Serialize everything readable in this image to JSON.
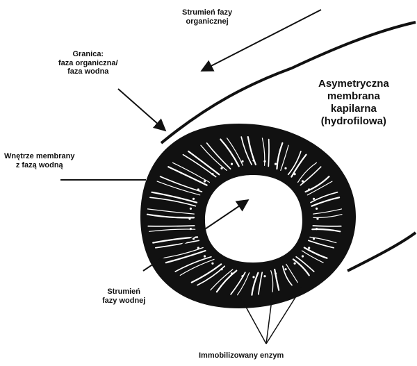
{
  "labels": {
    "organic_stream": {
      "lines": [
        "Strumień fazy",
        "organicznej"
      ]
    },
    "boundary": {
      "lines": [
        "Granica:",
        "faza organiczna/",
        "faza wodna"
      ]
    },
    "membrane_interior": {
      "lines": [
        "Wnętrze membrany",
        "z fazą wodną"
      ]
    },
    "asymmetric_membrane": {
      "lines": [
        "Asymetryczna",
        "membrana",
        "kapilarna",
        "(hydrofilowa)"
      ]
    },
    "aqueous_stream": {
      "lines": [
        "Strumień",
        "fazy wodnej"
      ]
    },
    "enzyme": {
      "lines": [
        "Immobilizowany enzym"
      ]
    }
  },
  "colors": {
    "ink": "#111111",
    "background": "#ffffff"
  }
}
